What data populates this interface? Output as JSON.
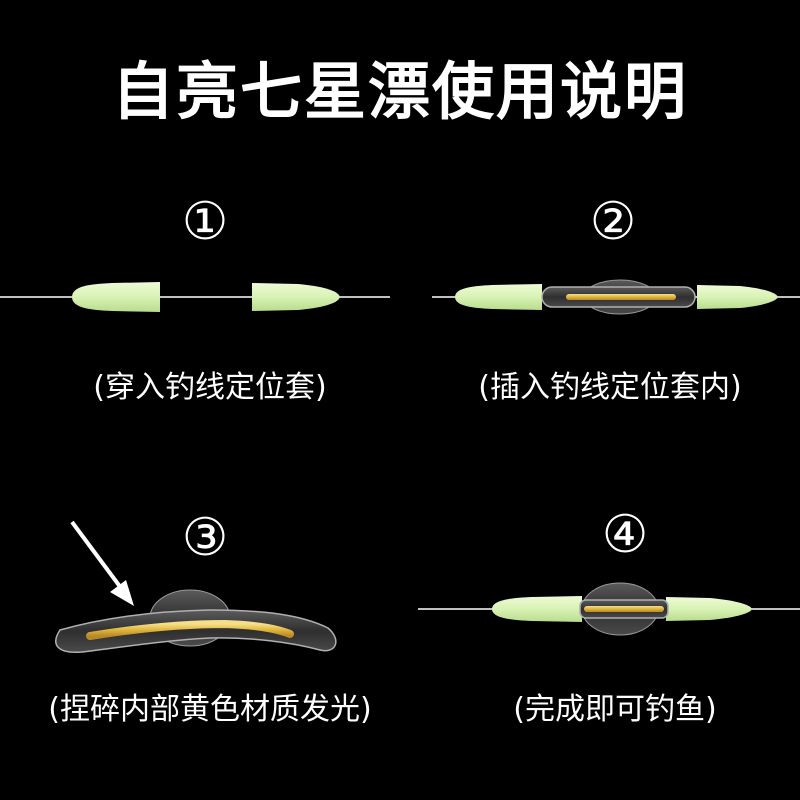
{
  "title": "自亮七星漂使用说明",
  "steps": [
    {
      "number": "①",
      "caption": "(穿入钓线定位套)"
    },
    {
      "number": "②",
      "caption": "(插入钓线定位套内)"
    },
    {
      "number": "③",
      "caption": "(捏碎内部黄色材质发光)"
    },
    {
      "number": "④",
      "caption": "(完成即可钓鱼)"
    }
  ],
  "colors": {
    "background": "#000000",
    "sleeve": "#d8f2b4",
    "glow_core": "#e8c24a",
    "line": "#ffffff"
  }
}
